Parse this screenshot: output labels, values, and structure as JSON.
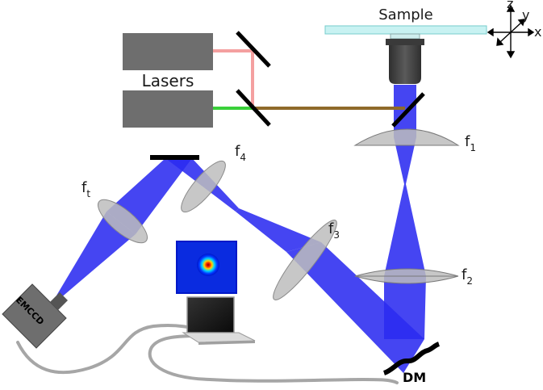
{
  "labels": {
    "sample": "Sample",
    "lasers": "Lasers",
    "f1": "f",
    "f1_sub": "1",
    "f2": "f",
    "f2_sub": "2",
    "f3": "f",
    "f3_sub": "3",
    "f4": "f",
    "f4_sub": "4",
    "ft": "f",
    "ft_sub": "t",
    "dm": "DM",
    "emccd": "EMCCD",
    "axis_x": "x",
    "axis_y": "y",
    "axis_z": "z"
  },
  "colors": {
    "beam": "#2b2bf0",
    "red_laser": "#f4a0a0",
    "green_laser": "#3ad03a",
    "combined_beam": "#8f6a2a",
    "laser_body": "#6e6e6e",
    "lens": "#bdbdbd",
    "slide": "#c8f2f2",
    "objective": "#4a4a4a",
    "cable": "#a6a6a6"
  },
  "icons": {
    "laptop": "laptop-icon",
    "camera": "camera-icon",
    "objective": "objective-icon",
    "axes": "axes-icon"
  }
}
